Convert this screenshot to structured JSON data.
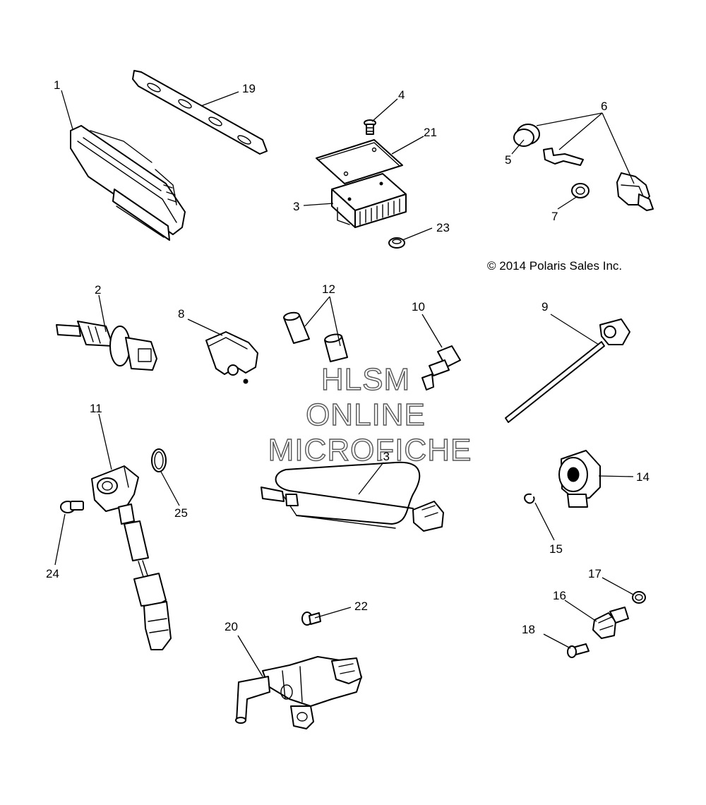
{
  "copyright": "© 2014 Polaris Sales Inc.",
  "watermark": [
    "HLSM",
    "ONLINE",
    "MICROFICHE"
  ],
  "callouts": [
    "1",
    "2",
    "3",
    "4",
    "5",
    "6",
    "7",
    "8",
    "9",
    "10",
    "11",
    "12",
    "13",
    "14",
    "15",
    "16",
    "17",
    "18",
    "19",
    "20",
    "21",
    "22",
    "23",
    "24",
    "25"
  ],
  "colors": {
    "line": "#000000",
    "background": "#ffffff",
    "watermark_outline": "#555555"
  }
}
